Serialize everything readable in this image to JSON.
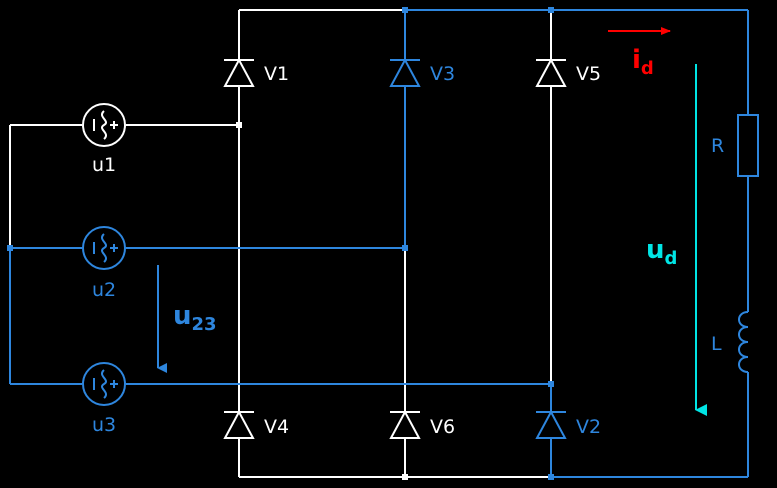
{
  "colors": {
    "background": "#000000",
    "idle_wire": "#ffffff",
    "conducting_wire": "#2e86de",
    "current_arrow": "#ff0000",
    "voltage_arrow": "#00e5e5"
  },
  "sources": [
    {
      "label": "u1",
      "conducting": false
    },
    {
      "label": "u2",
      "conducting": true
    },
    {
      "label": "u3",
      "conducting": true
    }
  ],
  "diodes": [
    {
      "label": "V1",
      "conducting": false
    },
    {
      "label": "V3",
      "conducting": true
    },
    {
      "label": "V5",
      "conducting": false
    },
    {
      "label": "V4",
      "conducting": false
    },
    {
      "label": "V6",
      "conducting": false
    },
    {
      "label": "V2",
      "conducting": true
    }
  ],
  "load": {
    "resistor_label": "R",
    "inductor_label": "L"
  },
  "annotations": {
    "line_voltage": {
      "base": "u",
      "sub": "23"
    },
    "load_current": {
      "base": "i",
      "sub": "d"
    },
    "load_voltage": {
      "base": "u",
      "sub": "d"
    }
  }
}
